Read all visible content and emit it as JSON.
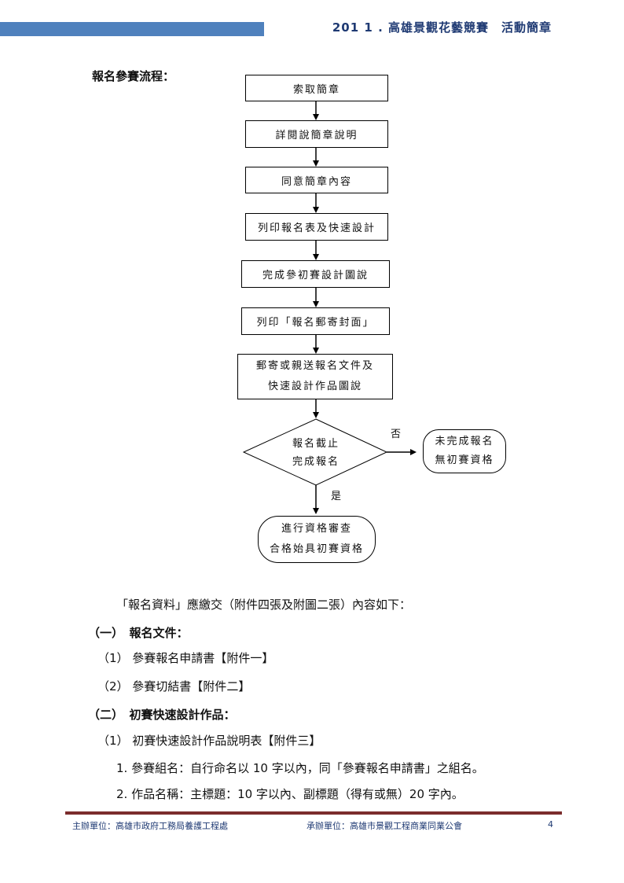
{
  "header": {
    "title": "201 1 . 高雄景觀花藝競賽　活動簡章"
  },
  "flowchart": {
    "heading": "報名參賽流程：",
    "steps": [
      "索取簡章",
      "詳閱說簡章說明",
      "同意簡章內容",
      "列印報名表及快速設計",
      "完成參初賽設計圖說",
      "列印「報名郵寄封面」",
      "郵寄或親送報名文件及",
      "快速設計作品圖說"
    ],
    "decision": [
      "報名截止",
      "完成報名"
    ],
    "no_label": "否",
    "yes_label": "是",
    "no_result": [
      "未完成報名",
      "無初賽資格"
    ],
    "yes_result": [
      "進行資格審查",
      "合格始具初賽資格"
    ]
  },
  "body": {
    "intro": "「報名資料」應繳交（附件四張及附圖二張）內容如下：",
    "section1": "（一）　報名文件：",
    "item1_1": "（1）  參賽報名申請書【附件一】",
    "item1_2": "（2）  參賽切結書【附件二】",
    "section2": "（二）　初賽快速設計作品：",
    "item2_1": "（1）  初賽快速設計作品說明表【附件三】",
    "sub1": "1. 參賽組名：自行命名以 10 字以內，同「參賽報名申請書」之組名。",
    "sub2": "2. 作品名稱：主標題：10 字以內、副標題（得有或無）20 字內。"
  },
  "footer": {
    "organizer": "主辦單位：高雄市政府工務局養護工程處",
    "contractor": "承辦單位：高雄市景觀工程商業同業公會",
    "page_number": "4"
  }
}
